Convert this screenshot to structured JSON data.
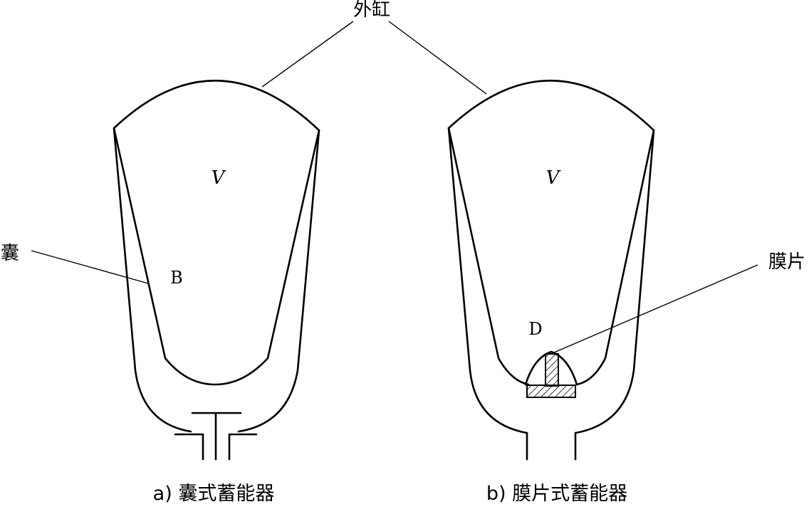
{
  "labels": {
    "outer_cylinder": "外缸",
    "bladder": "囊",
    "diaphragm": "膜片",
    "volume_a": "V",
    "volume_b": "V",
    "bladder_mark": "B",
    "diaphragm_mark": "D"
  },
  "captions": {
    "a": "a) 囊式蓄能器",
    "b": "b) 膜片式蓄能器"
  },
  "colors": {
    "line": "#000000",
    "background": "#ffffff"
  }
}
